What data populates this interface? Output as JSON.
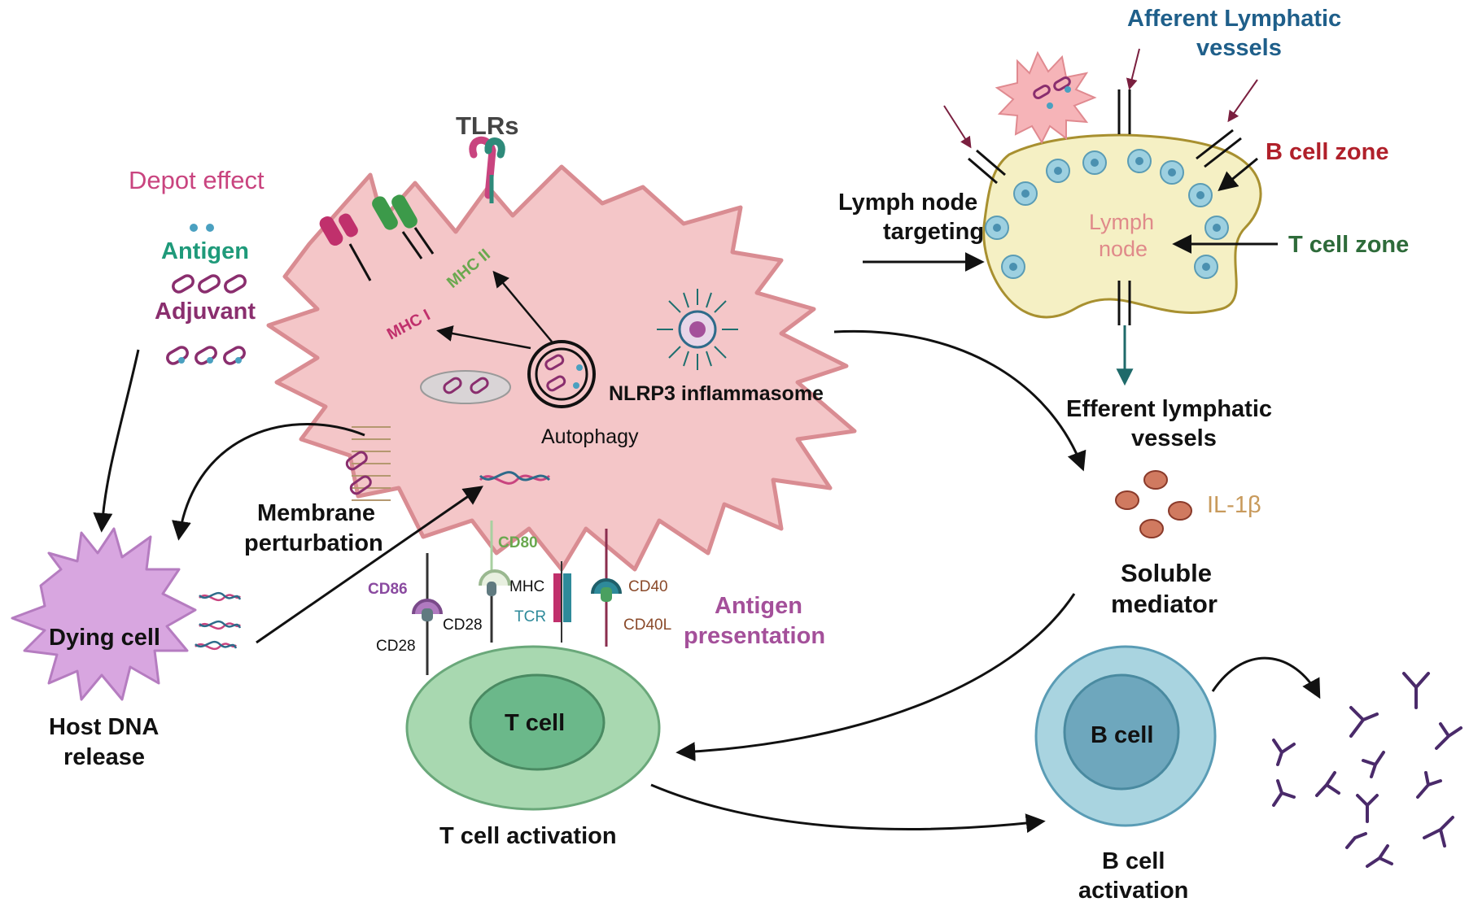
{
  "labels": {
    "depot_effect": "Depot effect",
    "antigen": "Antigen",
    "adjuvant": "Adjuvant",
    "tlrs": "TLRs",
    "mhc_i": "MHC I",
    "mhc_ii": "MHC II",
    "autophagy": "Autophagy",
    "nlrp3": "NLRP3 inflammasome",
    "membrane_perturbation_1": "Membrane",
    "membrane_perturbation_2": "perturbation",
    "dying_cell": "Dying cell",
    "host_dna_1": "Host DNA",
    "host_dna_2": "release",
    "cd80": "CD80",
    "cd86": "CD86",
    "cd28_a": "CD28",
    "cd28_b": "CD28",
    "mhc": "MHC",
    "tcr": "TCR",
    "cd40": "CD40",
    "cd40l": "CD40L",
    "antigen_presentation_1": "Antigen",
    "antigen_presentation_2": "presentation",
    "t_cell": "T cell",
    "t_cell_activation": "T cell activation",
    "lymph_node_targeting_1": "Lymph node",
    "lymph_node_targeting_2": "targeting",
    "afferent_1": "Afferent Lymphatic",
    "afferent_2": "vessels",
    "b_cell_zone": "B cell zone",
    "t_cell_zone": "T cell zone",
    "lymph_node_1": "Lymph",
    "lymph_node_2": "node",
    "efferent_1": "Efferent lymphatic",
    "efferent_2": "vessels",
    "il1b": "IL-1β",
    "soluble_1": "Soluble",
    "soluble_2": "mediator",
    "b_cell": "B cell",
    "b_cell_activation_1": "B cell",
    "b_cell_activation_2": "activation"
  },
  "colors": {
    "dendritic_cell": "#f4c6c8",
    "dendritic_outline": "#d98c92",
    "dying_cell": "#d8a6e0",
    "lymph_node": "#f5f0c4",
    "t_cell_outer": "#a8d8b0",
    "t_cell_inner": "#6bb88a",
    "b_cell_outer": "#a9d4e0",
    "b_cell_inner": "#6ea7bd",
    "depot_text": "#c9447f",
    "antigen_text": "#1f9a7a",
    "adjuvant_text": "#8a2e6e",
    "afferent_text": "#1f5f8a",
    "b_zone_text": "#b0202a",
    "t_zone_text": "#2e6b3a",
    "il1b_text": "#c89a5c",
    "antigen_presentation_text": "#a4509a"
  }
}
